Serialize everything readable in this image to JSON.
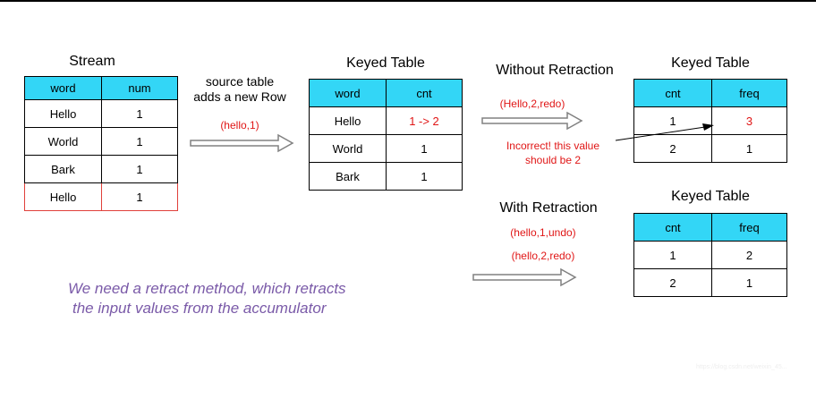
{
  "stream": {
    "title": "Stream",
    "headers": [
      "word",
      "num"
    ],
    "rows": [
      [
        "Hello",
        "1"
      ],
      [
        "World",
        "1"
      ],
      [
        "Bark",
        "1"
      ],
      [
        "Hello",
        "1"
      ]
    ]
  },
  "step1": {
    "label_line1": "source table",
    "label_line2": "adds a new Row",
    "event": "(hello,1)"
  },
  "keyed1": {
    "title": "Keyed Table",
    "headers": [
      "word",
      "cnt"
    ],
    "rows": [
      [
        "Hello",
        "1 -> 2"
      ],
      [
        "World",
        "1"
      ],
      [
        "Bark",
        "1"
      ]
    ]
  },
  "without": {
    "title": "Without Retraction",
    "event": "(Hello,2,redo)",
    "warning_line1": "Incorrect! this value",
    "warning_line2": "should be 2"
  },
  "keyed2": {
    "title": "Keyed Table",
    "headers": [
      "cnt",
      "freq"
    ],
    "rows": [
      [
        "1",
        "3"
      ],
      [
        "2",
        "1"
      ]
    ]
  },
  "with": {
    "title": "With Retraction",
    "event1": "(hello,1,undo)",
    "event2": "(hello,2,redo)"
  },
  "keyed3": {
    "title": "Keyed Table",
    "headers": [
      "cnt",
      "freq"
    ],
    "rows": [
      [
        "1",
        "2"
      ],
      [
        "2",
        "1"
      ]
    ]
  },
  "note": {
    "line1": "We need a retract method, which retracts",
    "line2": "the input values from the accumulator"
  },
  "watermark": "https://blog.csdn.net/weixin_45...",
  "colors": {
    "header": "#33d6f6",
    "highlight": "#e01616",
    "note": "#7a5aa8"
  }
}
